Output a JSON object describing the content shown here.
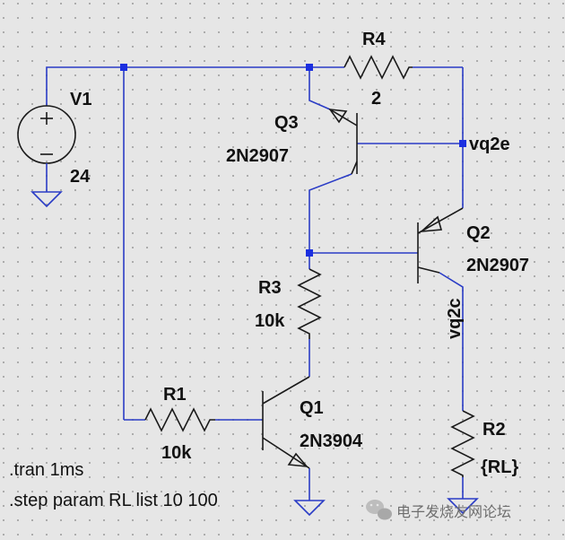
{
  "components": {
    "V1": {
      "name": "V1",
      "value": "24"
    },
    "R4": {
      "name": "R4",
      "value": "2"
    },
    "Q3": {
      "name": "Q3",
      "value": "2N2907"
    },
    "Q2": {
      "name": "Q2",
      "value": "2N2907"
    },
    "R3": {
      "name": "R3",
      "value": "10k"
    },
    "R1": {
      "name": "R1",
      "value": "10k"
    },
    "Q1": {
      "name": "Q1",
      "value": "2N3904"
    },
    "R2": {
      "name": "R2",
      "value": "{RL}"
    }
  },
  "nets": {
    "vq2e": "vq2e",
    "vq2c": "vq2c"
  },
  "directives": [
    ".tran 1ms",
    ".step param RL list 10 100"
  ],
  "watermark": {
    "text": "电子发烧友网论坛",
    "icon": "wechat-icon"
  },
  "colors": {
    "background": "#e6e6e6",
    "wire": "#2a3cc6",
    "component": "#1a1a1a",
    "junction": "#1b2fe0",
    "grid_dot": "#9a9a9a"
  }
}
